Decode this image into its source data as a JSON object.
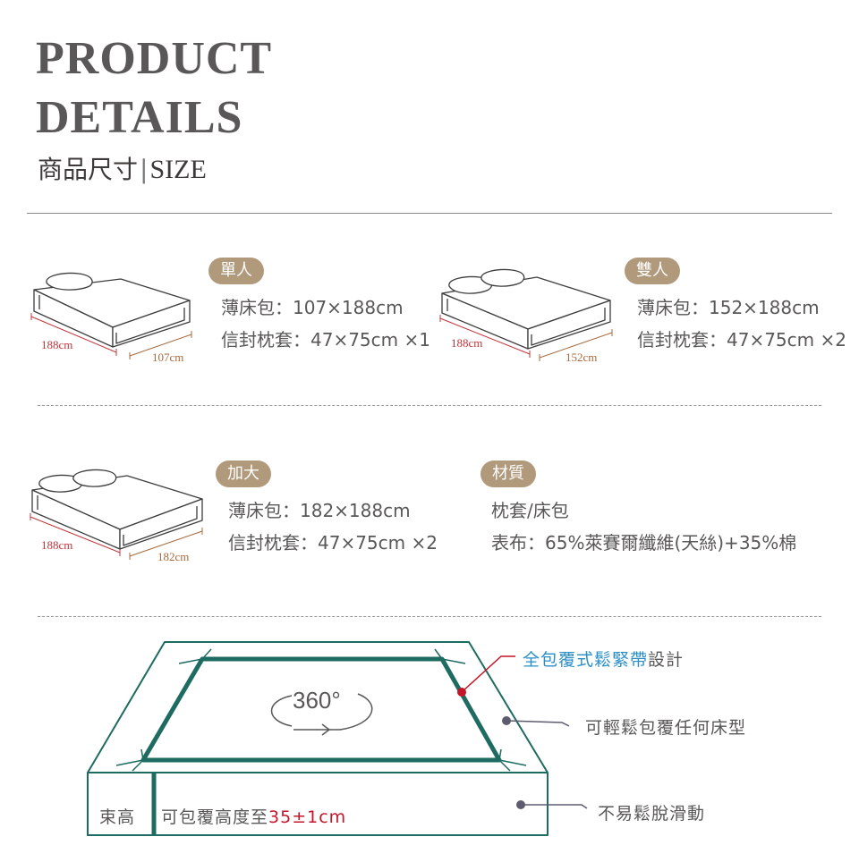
{
  "heading": {
    "line1": "PRODUCT",
    "line2": "DETAILS",
    "subtitle_zh": "商品尺寸",
    "subtitle_sep": "|",
    "subtitle_en": "SIZE"
  },
  "sizes": [
    {
      "badge": "單人",
      "line1": "薄床包：107×188cm",
      "line2": "信封枕套：47×75cm ×1",
      "length_label": "188cm",
      "width_label": "107cm"
    },
    {
      "badge": "雙人",
      "line1": "薄床包：152×188cm",
      "line2": "信封枕套：47×75cm ×2",
      "length_label": "188cm",
      "width_label": "152cm"
    },
    {
      "badge": "加大",
      "line1": "薄床包：182×188cm",
      "line2": "信封枕套：47×75cm ×2",
      "length_label": "188cm",
      "width_label": "182cm"
    }
  ],
  "material": {
    "badge": "材質",
    "line1": "枕套/床包",
    "line2": "表布：65%萊賽爾纖維(天絲)+35%棉"
  },
  "diagram": {
    "rotation_label": "360°",
    "callout1_highlight": "全包覆式鬆緊帶",
    "callout1_rest": "設計",
    "callout2": "可輕鬆包覆任何床型",
    "callout3": "不易鬆脫滑動",
    "band_label": "束高",
    "height_prefix": "可包覆高度至",
    "height_value": "35±1cm",
    "colors": {
      "teal": "#1e6b62",
      "red": "#c4162a",
      "blue": "#2a8fc7",
      "dot": "#5d5b70"
    }
  }
}
